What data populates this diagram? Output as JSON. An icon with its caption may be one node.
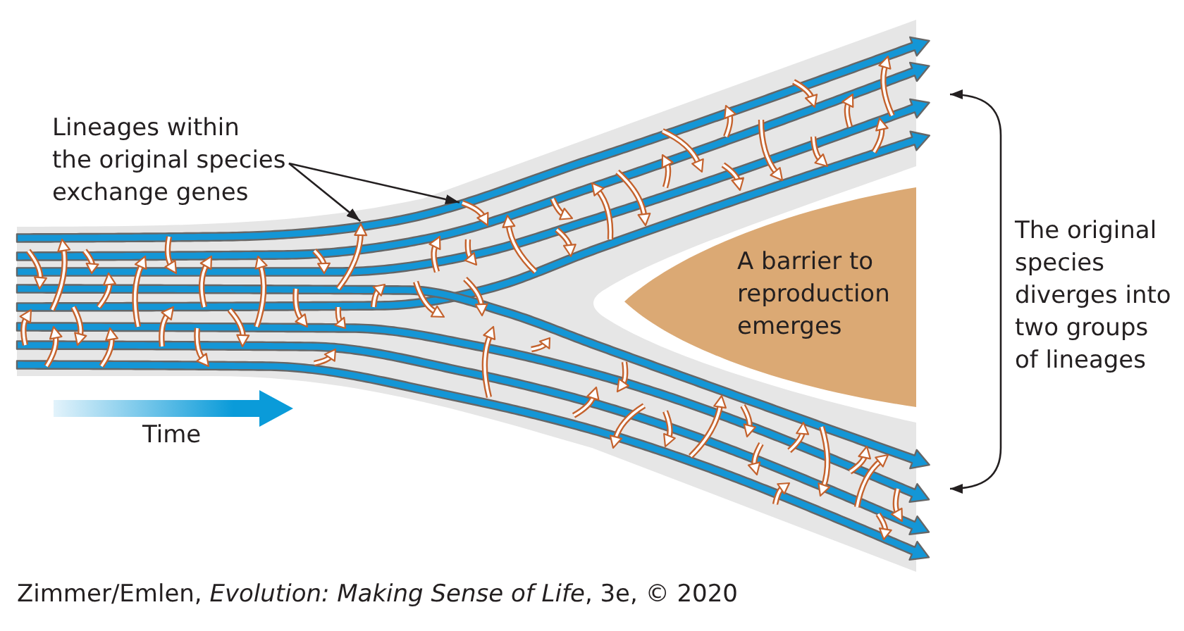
{
  "diagram": {
    "caption": "Zimmer/Emlen, *Evolution: Making Sense of Life*, 3e, © 2020",
    "nodes": [
      {
        "text": [
          "Lineages within the original species exchange genes"
        ]
      },
      {
        "text": [],
        "shape": "arrow"
      },
      {
        "text": [],
        "shape": "arrow"
      },
      {
        "text": [
          "A barrier to reproduction emerges"
        ]
      }
    ],
    "edges": [
      {
        "from": 0,
        "to": 1,
        "arrow": "to"
      },
      {
        "from": 0,
        "to": 2,
        "arrow": "to"
      }
    ],
    "labels": [
      "The original species diverges into two groups of lineages",
      "Time"
    ]
  }
}
